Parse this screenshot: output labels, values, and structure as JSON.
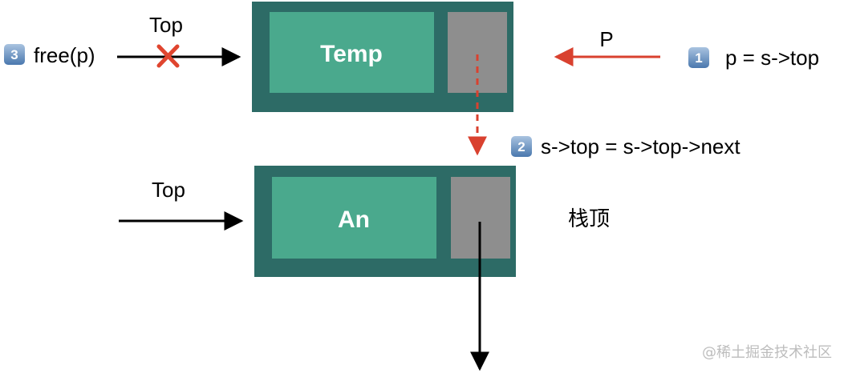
{
  "nodes": {
    "temp": {
      "label": "Temp"
    },
    "an": {
      "label": "An"
    }
  },
  "labels": {
    "top_upper": "Top",
    "top_lower": "Top",
    "p_pointer": "P",
    "stack_top": "栈顶"
  },
  "steps": [
    {
      "badge": "1",
      "text": "p = s->top"
    },
    {
      "badge": "2",
      "text": "s->top = s->top->next"
    },
    {
      "badge": "3",
      "text": "free(p)"
    }
  ],
  "watermark": "@稀土掘金技术社区",
  "colors": {
    "node_outer": "#2d6b66",
    "node_data": "#4aa98d",
    "node_pointer": "#8e8e8e",
    "red_arrow": "#d9412f",
    "cross": "#e0452f",
    "badge_top": "#9db8d8",
    "badge_bottom": "#4f7fb5",
    "black": "#000000"
  }
}
